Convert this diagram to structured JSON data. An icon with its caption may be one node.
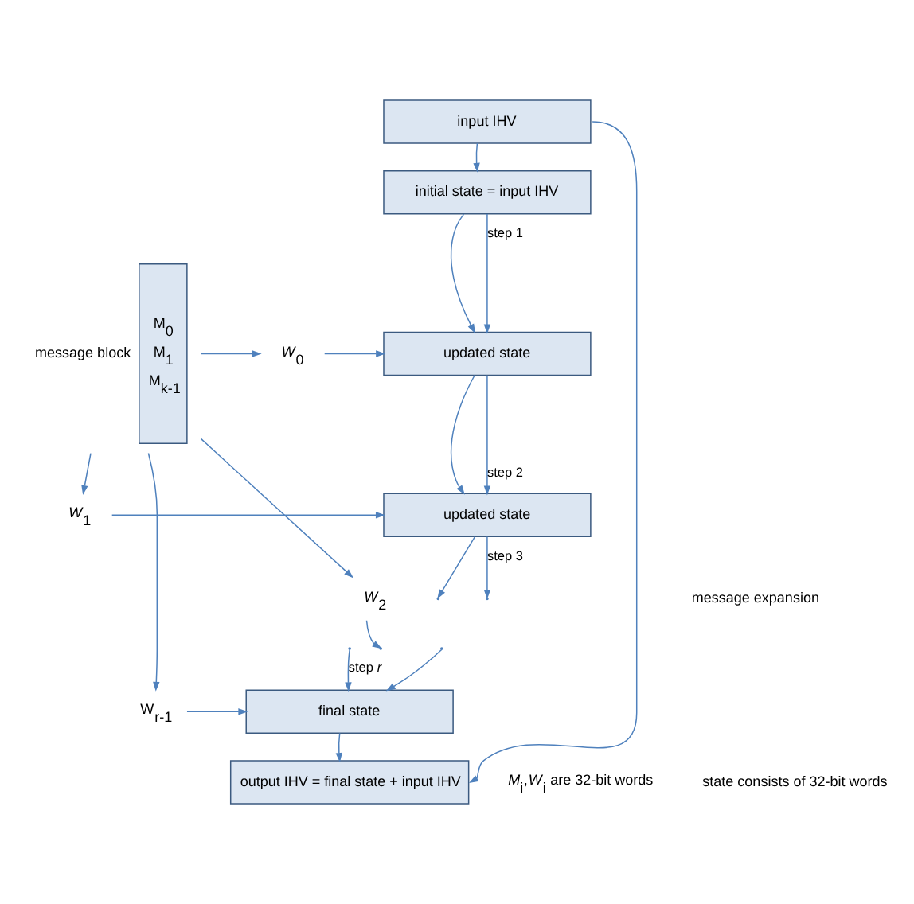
{
  "diagram": {
    "nodes": [
      {
        "text": [
          "input IHV"
        ]
      },
      {
        "text": [
          "initial state = input IHV"
        ]
      },
      {
        "text": [
          "updated state"
        ]
      },
      {
        "text": [
          "updated state"
        ]
      },
      {
        "text": [
          "final state"
        ]
      },
      {
        "text": [
          "output IHV = final state + input IHV"
        ]
      },
      {
        "text": [
          "M$_{0}$",
          "M$_{1}$",
          "M$_{k-1}$"
        ],
        "beside": [
          "message block"
        ]
      },
      {
        "text": [
          "*W*$_{0}$"
        ]
      },
      {
        "text": [
          "*W*$_{1}$"
        ]
      },
      {
        "text": [
          "*W*$_{2}$"
        ]
      },
      {
        "text": [
          "W$_{r-1}$"
        ]
      }
    ],
    "edges": [
      {
        "from": 0,
        "to": 1,
        "arrow": "to"
      },
      {
        "from": 0,
        "to": 5,
        "arrow": "to"
      },
      {
        "from": 1,
        "to": 2,
        "arrow": "to"
      },
      {
        "from": 7,
        "to": 2,
        "arrow": "to"
      },
      {
        "from": 1,
        "to": 2,
        "arrow": "to",
        "label": "step 1"
      },
      {
        "from": 2,
        "to": 3,
        "arrow": "to"
      },
      {
        "from": 8,
        "to": 3,
        "arrow": "to"
      },
      {
        "from": 2,
        "to": 3,
        "arrow": "to",
        "label": "step 2"
      },
      {
        "from": 3,
        "to": null,
        "arrow": "to"
      },
      {
        "from": 9,
        "to": null,
        "arrow": "to"
      },
      {
        "from": 3,
        "to": null,
        "arrow": "to",
        "label": "step 3"
      },
      {
        "from": null,
        "to": 4,
        "arrow": "to"
      },
      {
        "from": 10,
        "to": 4,
        "arrow": "to"
      },
      {
        "from": null,
        "to": 4,
        "arrow": "to",
        "label": "step *r*"
      },
      {
        "from": 4,
        "to": 5,
        "arrow": "to"
      },
      {
        "from": 6,
        "to": 7,
        "arrow": "to"
      },
      {
        "from": 6,
        "to": 8,
        "arrow": "to"
      },
      {
        "from": 6,
        "to": 9,
        "arrow": "to"
      },
      {
        "from": 6,
        "to": 10,
        "arrow": "to"
      }
    ],
    "labels": [
      "message expansion",
      "*M*$_{i}$,*W*$_{i}$ are 32-bit words",
      "state consists of 32-bit words"
    ]
  }
}
